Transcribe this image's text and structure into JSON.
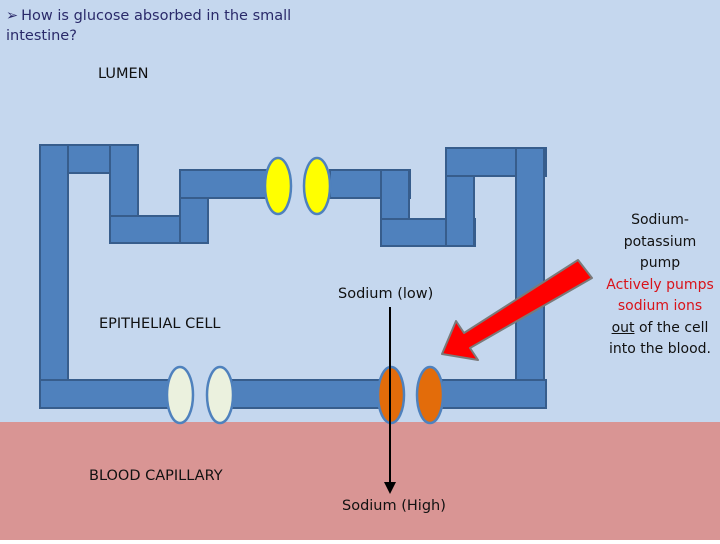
{
  "title": "How is glucose absorbed in the small intestine?",
  "labels": {
    "lumen": "LUMEN",
    "epithelial_cell": "EPITHELIAL CELL",
    "blood_capillary": "BLOOD CAPILLARY",
    "sodium_low": "Sodium (low)",
    "sodium_high": "Sodium (High)"
  },
  "pump_note": {
    "line1": "Sodium-potassium pump",
    "line2": "Actively pumps sodium ions",
    "underlined": "out",
    "line3": "of the cell into the blood."
  },
  "colors": {
    "background_top": "#c5d7ee",
    "blood_region": "#d99594",
    "membrane_fill": "#4f81bd",
    "membrane_stroke": "#375d8c",
    "glucose_channel": "#ffff00",
    "capillary_channel": "#ebf1de",
    "sodium_pump": "#e36c0a",
    "pointer_arrow": "#ff0000"
  }
}
